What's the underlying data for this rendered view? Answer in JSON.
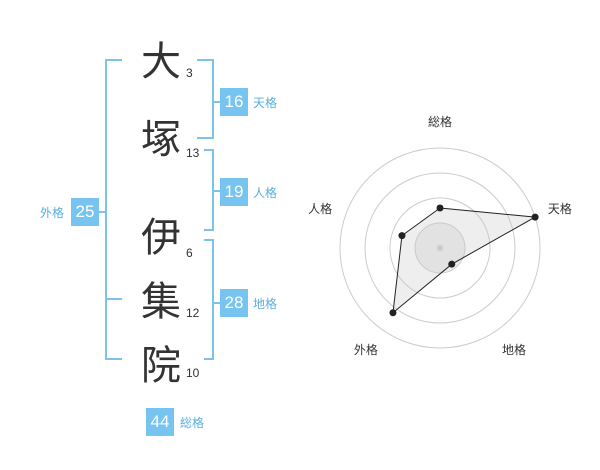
{
  "name": {
    "chars": [
      {
        "char": "大",
        "strokes": "3"
      },
      {
        "char": "塚",
        "strokes": "13"
      },
      {
        "char": "伊",
        "strokes": "6"
      },
      {
        "char": "集",
        "strokes": "12"
      },
      {
        "char": "院",
        "strokes": "10"
      }
    ]
  },
  "fortunes": {
    "tenkaku": {
      "value": "16",
      "label": "天格"
    },
    "jinkaku": {
      "value": "19",
      "label": "人格"
    },
    "chikaku": {
      "value": "28",
      "label": "地格"
    },
    "gaikaku": {
      "value": "25",
      "label": "外格"
    },
    "soukaku": {
      "value": "44",
      "label": "総格"
    }
  },
  "colors": {
    "accent": "#76c4ef",
    "bracket": "#7cc3ea",
    "text": "#333333"
  },
  "chart_data": {
    "type": "radar",
    "axes": [
      "総格",
      "天格",
      "地格",
      "外格",
      "人格"
    ],
    "values": [
      2,
      5,
      1,
      4,
      2
    ],
    "rmax": 5,
    "rings": 4
  }
}
